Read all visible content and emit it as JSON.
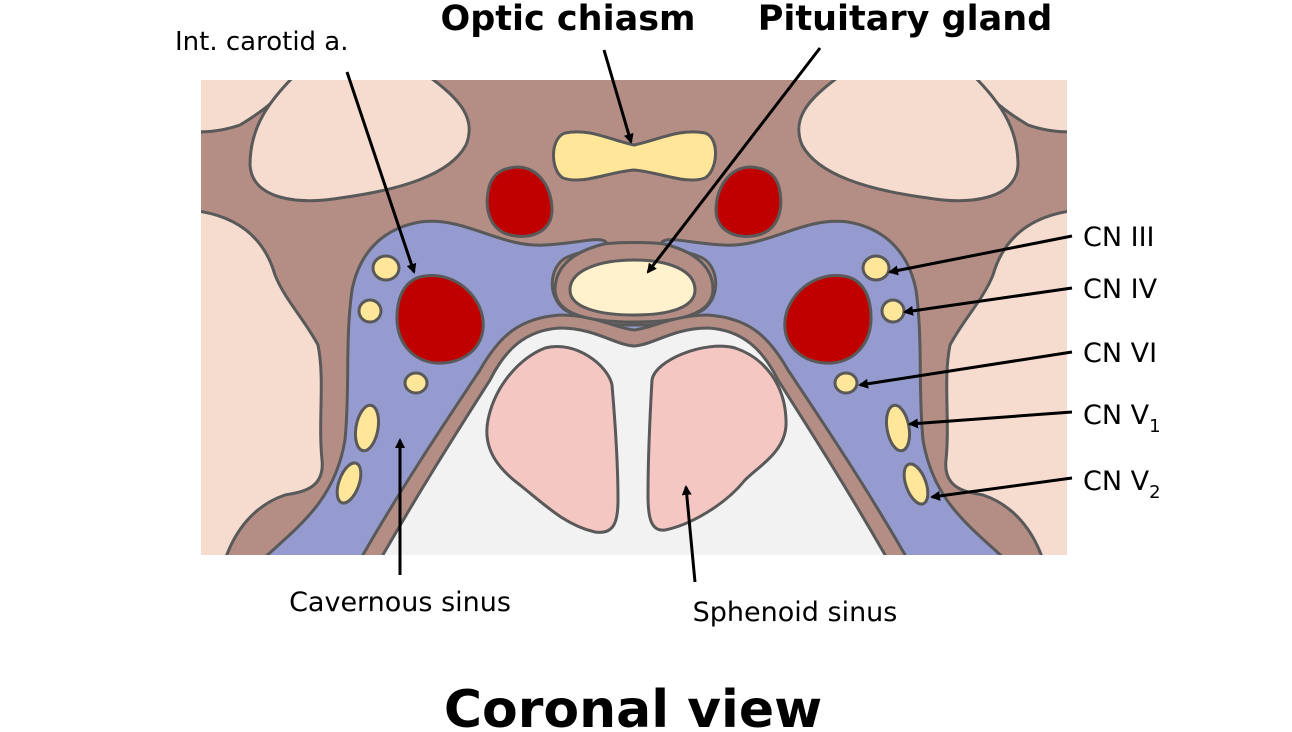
{
  "labels": {
    "int_carotid": "Int. carotid a.",
    "optic_chiasm": "Optic chiasm",
    "pituitary_gland": "Pituitary gland",
    "cn3": "CN III",
    "cn4": "CN IV",
    "cn6": "CN VI",
    "cn5_prefix": "CN V",
    "cn5_1_sub": "1",
    "cn5_2_sub": "2",
    "cavernous_sinus": "Cavernous sinus",
    "sphenoid_sinus": "Sphenoid sinus"
  },
  "title": "Coronal view",
  "colors": {
    "background_tissue": "#f5dccf",
    "dura_brown": "#b48e85",
    "cavernous_blue": "#959bcf",
    "artery_red": "#c00000",
    "nerve_yellow": "#ffe699",
    "pituitary": "#fff2cc",
    "sphenoid_air": "#f2f2f2",
    "sphenoid_pink": "#f4c7c3",
    "outline": "#595959"
  }
}
